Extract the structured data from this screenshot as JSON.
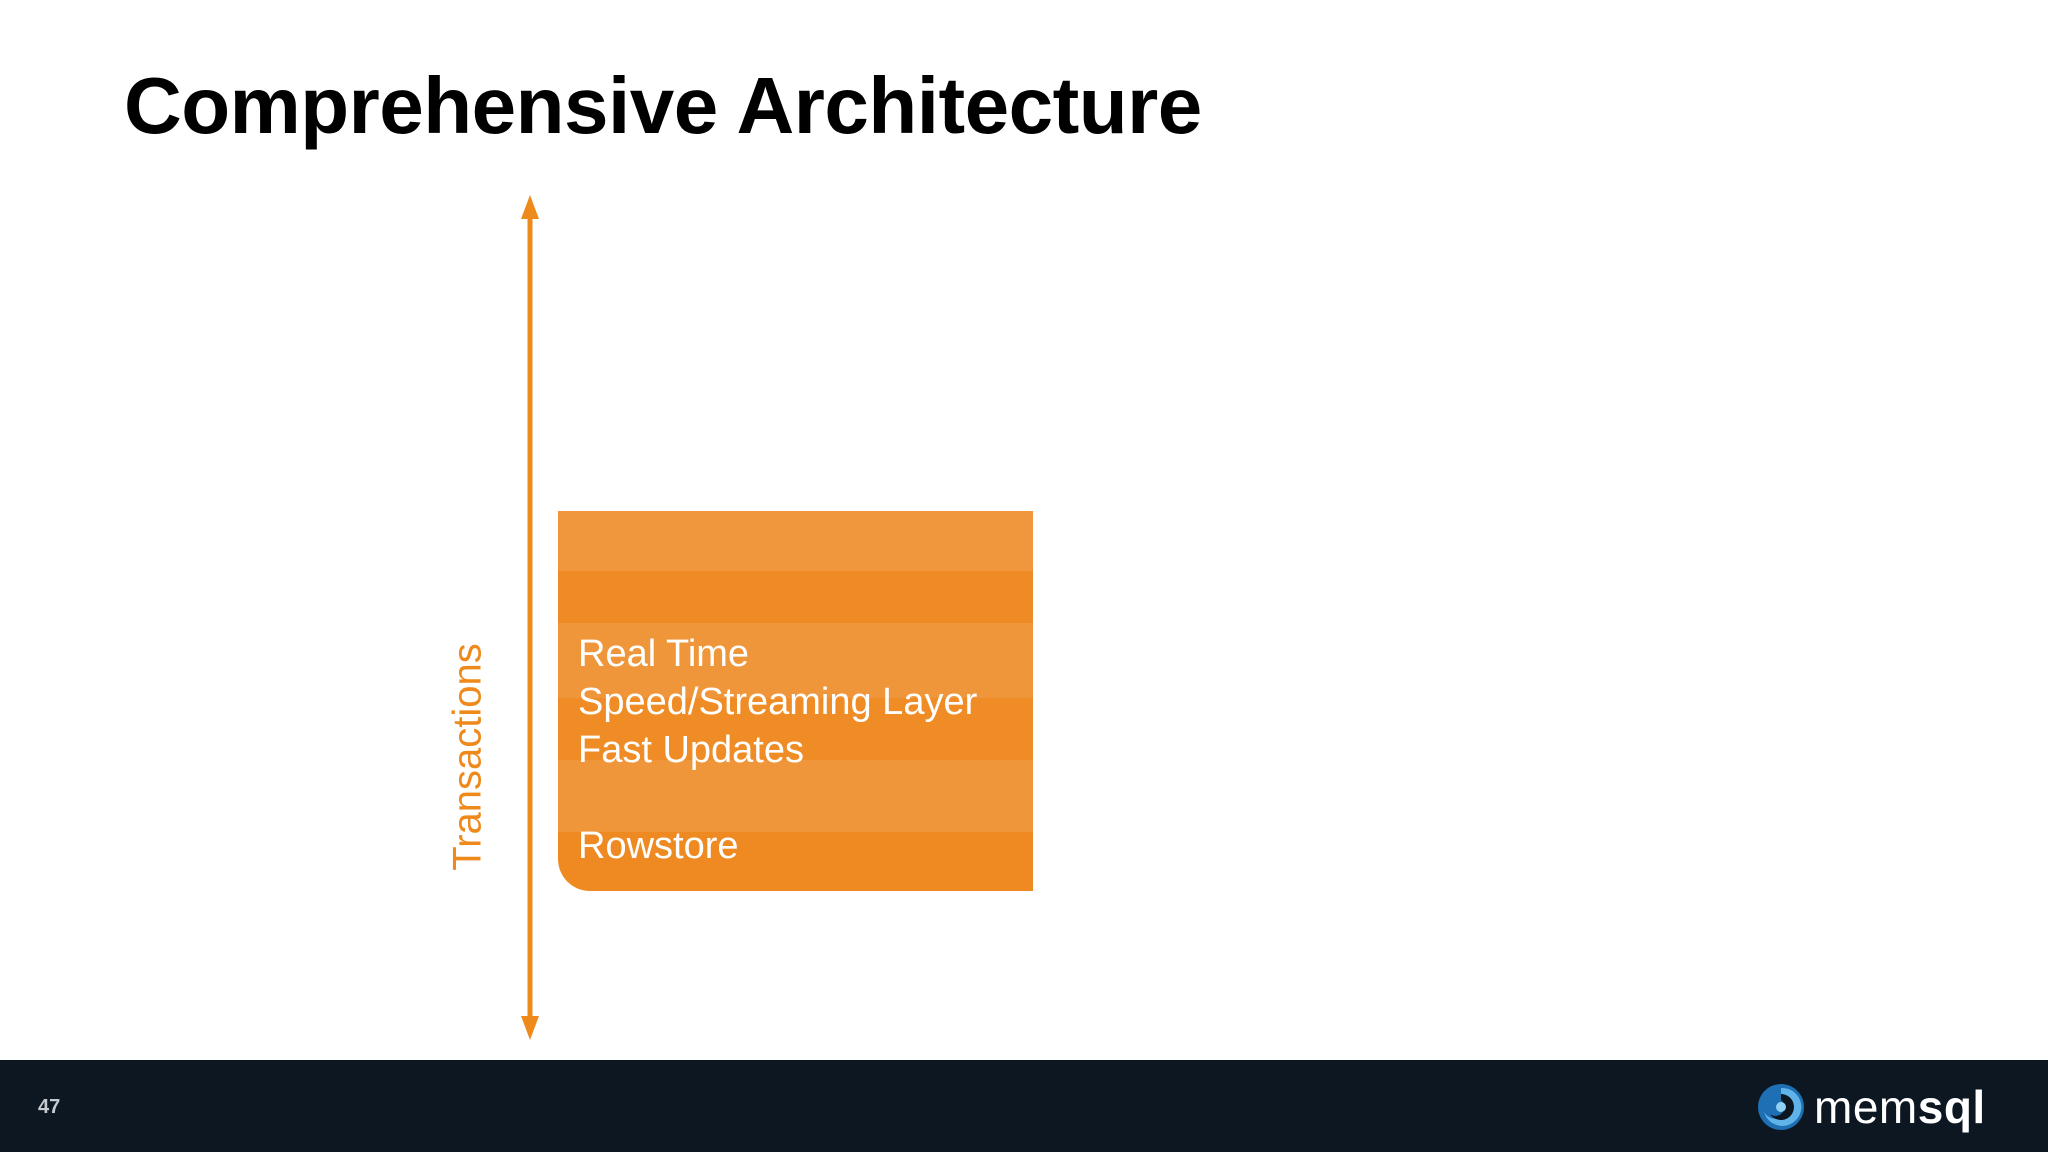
{
  "slide": {
    "title": "Comprehensive Architecture",
    "page_number": "47"
  },
  "axis": {
    "label": "Transactions",
    "color": "#ee8a1c"
  },
  "layer": {
    "lines": [
      "Real Time",
      "Speed/Streaming Layer",
      "Fast Updates"
    ],
    "store": "Rowstore",
    "colors": {
      "light": "#f0963a",
      "dark": "#ef8a22"
    }
  },
  "footer": {
    "background": "#0d1722",
    "logo_icon": "memsql-swirl-icon",
    "logo_prefix": "mem",
    "logo_suffix": "sql"
  }
}
